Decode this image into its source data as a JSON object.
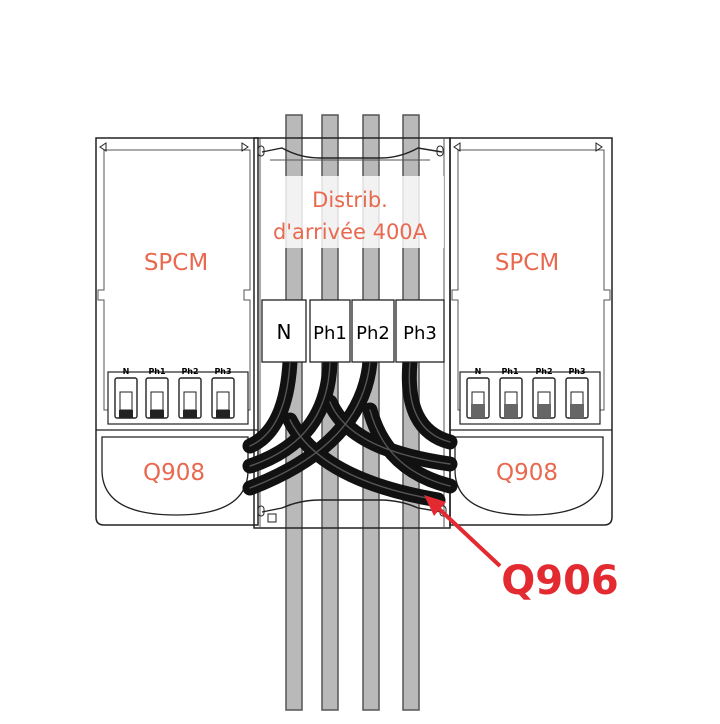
{
  "colors": {
    "label": "#e8694f",
    "callout": "#e32a31",
    "cable_gray": "#b9b9b9",
    "cable_dark": "#2b2b2b",
    "outline": "#222222"
  },
  "left_module": {
    "title": "SPCM",
    "breaker": "Q908",
    "terminals": [
      "N",
      "Ph1",
      "Ph2",
      "Ph3"
    ]
  },
  "right_module": {
    "title": "SPCM",
    "breaker": "Q908",
    "terminals": [
      "N",
      "Ph1",
      "Ph2",
      "Ph3"
    ]
  },
  "center_module": {
    "title_line1": "Distrib.",
    "title_line2": "d'arrivée 400A",
    "terminals": [
      "N",
      "Ph1",
      "Ph2",
      "Ph3"
    ]
  },
  "callout": {
    "label": "Q906"
  }
}
